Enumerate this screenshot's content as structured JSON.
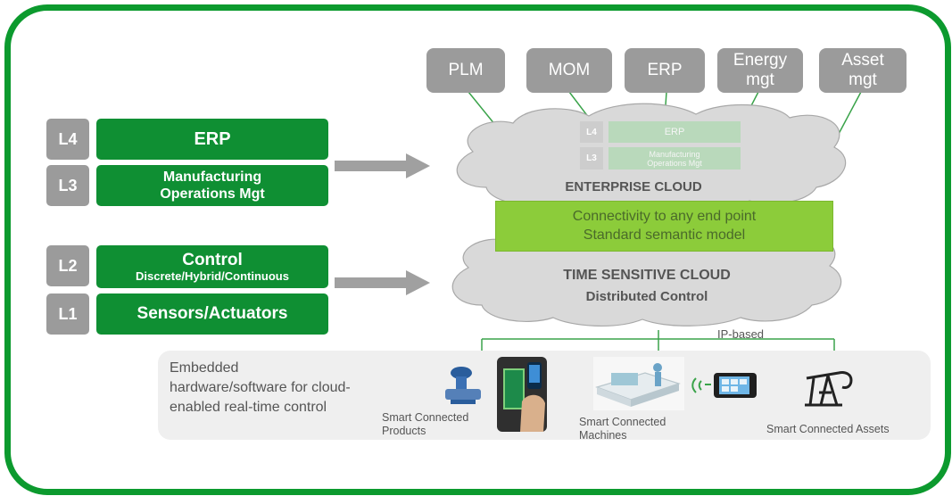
{
  "top_systems": [
    {
      "label": "PLM"
    },
    {
      "label": "MOM"
    },
    {
      "label": "ERP"
    },
    {
      "label": "Energy mgt"
    },
    {
      "label": "Asset mgt"
    }
  ],
  "levels": [
    {
      "tag": "L4",
      "title": "ERP",
      "sub": ""
    },
    {
      "tag": "L3",
      "title": "Manufacturing Operations Mgt",
      "sub": ""
    },
    {
      "tag": "L2",
      "title": "Control",
      "sub": "Discrete/Hybrid/Continuous"
    },
    {
      "tag": "L1",
      "title": "Sensors/Actuators",
      "sub": ""
    }
  ],
  "enterprise_cloud": {
    "title": "ENTERPRISE CLOUD",
    "ghost": [
      {
        "tag": "L4",
        "label": "ERP"
      },
      {
        "tag": "L3",
        "label": "Manufacturing Operations Mgt"
      }
    ]
  },
  "connectivity": {
    "line1": "Connectivity to any end point",
    "line2": "Standard semantic model"
  },
  "time_cloud": {
    "title": "TIME SENSITIVE CLOUD",
    "subtitle": "Distributed Control"
  },
  "network_label": "IP-based",
  "bottom": {
    "description": "Embedded hardware/software for cloud-enabled real-time control",
    "products_label": "Smart Connected Products",
    "machines_label": "Smart Connected Machines",
    "assets_label": "Smart Connected Assets"
  },
  "colors": {
    "frame": "#0c9a2e",
    "level_green": "#0f8f33",
    "gray": "#9b9b9b",
    "connectivity_green": "#8ccc3a"
  },
  "icons": [
    "transmitter-icon",
    "smart-device-icon",
    "machine-icon",
    "wireless-icon",
    "phone-icon",
    "pumpjack-icon"
  ]
}
